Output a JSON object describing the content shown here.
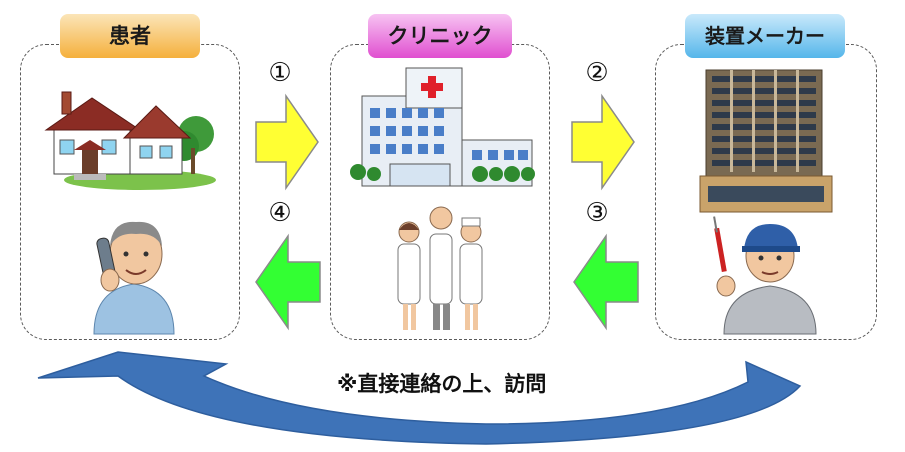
{
  "actors": {
    "patient": {
      "label": "患者"
    },
    "clinic": {
      "label": "クリニック"
    },
    "maker": {
      "label": "装置メーカー"
    }
  },
  "steps": [
    {
      "number": "①",
      "direction": "patient-to-clinic",
      "color": "#ffff33"
    },
    {
      "number": "②",
      "direction": "clinic-to-maker",
      "color": "#ffff33"
    },
    {
      "number": "③",
      "direction": "maker-to-clinic",
      "color": "#33ff33"
    },
    {
      "number": "④",
      "direction": "clinic-to-patient",
      "color": "#33ff33"
    }
  ],
  "return_arrow": {
    "direction": "maker-to-patient",
    "color": "#3e73b8",
    "note": "※直接連絡の上、訪問"
  },
  "illustrations": [
    "house-icon",
    "phone-caller-icon",
    "hospital-building-icon",
    "medical-staff-icon",
    "office-building-icon",
    "repair-technician-icon"
  ]
}
